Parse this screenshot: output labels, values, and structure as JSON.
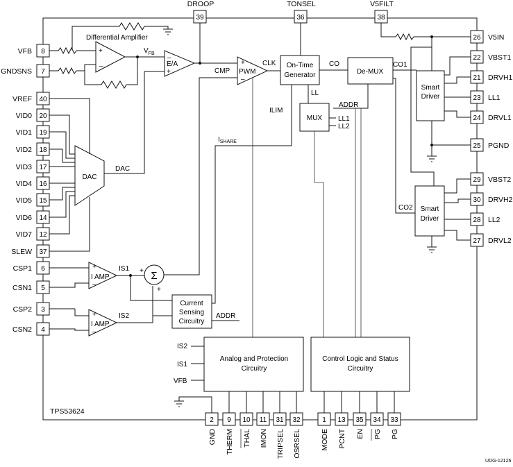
{
  "device": "TPS53624",
  "figure_id": "UDG-12126",
  "pins": {
    "droop": {
      "name": "DROOP",
      "num": "39"
    },
    "tonsel": {
      "name": "TONSEL",
      "num": "36"
    },
    "v5filt": {
      "name": "V5FILT",
      "num": "38"
    },
    "vfb": {
      "name": "VFB",
      "num": "8"
    },
    "gndsns": {
      "name": "GNDSNS",
      "num": "7"
    },
    "vref": {
      "name": "VREF",
      "num": "40"
    },
    "vid0": {
      "name": "VID0",
      "num": "20"
    },
    "vid1": {
      "name": "VID1",
      "num": "19"
    },
    "vid2": {
      "name": "VID2",
      "num": "18"
    },
    "vid3": {
      "name": "VID3",
      "num": "17"
    },
    "vid4": {
      "name": "VID4",
      "num": "16"
    },
    "vid5": {
      "name": "VID5",
      "num": "15"
    },
    "vid6": {
      "name": "VID6",
      "num": "14"
    },
    "vid7": {
      "name": "VID7",
      "num": "12"
    },
    "slew": {
      "name": "SLEW",
      "num": "37"
    },
    "csp1": {
      "name": "CSP1",
      "num": "6"
    },
    "csn1": {
      "name": "CSN1",
      "num": "5"
    },
    "csp2": {
      "name": "CSP2",
      "num": "3"
    },
    "csn2": {
      "name": "CSN2",
      "num": "4"
    },
    "v5in": {
      "name": "V5IN",
      "num": "26"
    },
    "vbst1": {
      "name": "VBST1",
      "num": "22"
    },
    "drvh1": {
      "name": "DRVH1",
      "num": "21"
    },
    "ll1": {
      "name": "LL1",
      "num": "23"
    },
    "drvl1": {
      "name": "DRVL1",
      "num": "24"
    },
    "pgnd": {
      "name": "PGND",
      "num": "25"
    },
    "vbst2": {
      "name": "VBST2",
      "num": "29"
    },
    "drvh2": {
      "name": "DRVH2",
      "num": "30"
    },
    "ll2": {
      "name": "LL2",
      "num": "28"
    },
    "drvl2": {
      "name": "DRVL2",
      "num": "27"
    },
    "gnd": {
      "name": "GND",
      "num": "2"
    },
    "therm": {
      "name": "THERM",
      "num": "9"
    },
    "thal": {
      "name": "THAL",
      "num": "10"
    },
    "imon": {
      "name": "IMON",
      "num": "11"
    },
    "tripsel": {
      "name": "TRIPSEL",
      "num": "31"
    },
    "osrsel": {
      "name": "OSRSEL",
      "num": "32"
    },
    "mode": {
      "name": "MODE",
      "num": "1"
    },
    "pcnt": {
      "name": "PCNT",
      "num": "13"
    },
    "en": {
      "name": "EN",
      "num": "35"
    },
    "pgbar": {
      "name": "PG",
      "num": "34"
    },
    "pg": {
      "name": "PG",
      "num": "33"
    }
  },
  "blocks": {
    "diff_amp": "Differential Amplifier",
    "ea": "E/A",
    "pwm": "PWM",
    "ontime_1": "On-Time",
    "ontime_2": "Generator",
    "demux": "De-MUX",
    "mux": "MUX",
    "dac": "DAC",
    "smart1_1": "Smart",
    "smart1_2": "Driver",
    "smart2_1": "Smart",
    "smart2_2": "Driver",
    "iamp1": "I AMP",
    "iamp2": "I AMP",
    "sigma": "Σ",
    "csc_1": "Current",
    "csc_2": "Sensing",
    "csc_3": "Circuitry",
    "apc_1": "Analog and Protection",
    "apc_2": "Circuitry",
    "cls_1": "Control Logic and Status",
    "cls_2": "Circuitry"
  },
  "signals": {
    "vfb_main": "V",
    "vfb_sub": "FB",
    "clk": "CLK",
    "cmp": "CMP",
    "co": "CO",
    "co1": "CO1",
    "co2": "CO2",
    "ll": "LL",
    "addr_top": "ADDR",
    "ll1": "LL1",
    "ll2": "LL2",
    "ilim": "ILIM",
    "ishare_main": "I",
    "ishare_sub": "SHARE",
    "dac": "DAC",
    "is1": "IS1",
    "is2": "IS2",
    "addr_bottom": "ADDR",
    "apc_in_is2": "IS2",
    "apc_in_is1": "IS1",
    "apc_in_vfb": "VFB",
    "plus": "+",
    "minus": "–"
  }
}
